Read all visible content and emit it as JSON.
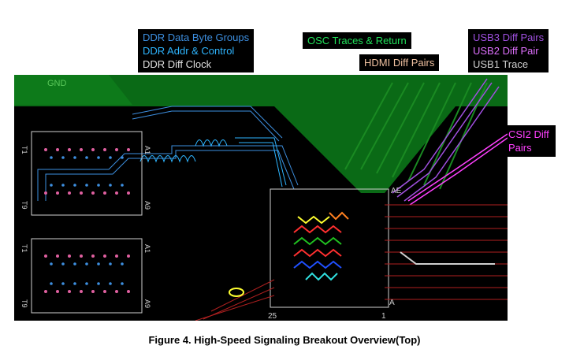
{
  "labels": {
    "ddr_data": "DDR Data Byte Groups",
    "ddr_addr": "DDR Addr & Control",
    "ddr_clock": "DDR Diff Clock",
    "osc": "OSC Traces & Return",
    "hdmi": "HDMI Diff Pairs",
    "usb3": "USB3 Diff Pairs",
    "usb2": "USB2 Diff Pair",
    "usb1": "USB1 Trace",
    "csi2_line1": "CSI2 Diff",
    "csi2_line2": "Pairs"
  },
  "board_text": {
    "gnd": "GND",
    "ae": "AE",
    "a_bottom": "A",
    "num_25": "25",
    "num_1": "1",
    "t1_top": "T1",
    "t9_top": "T9",
    "a1_top": "A1",
    "a9_top": "A9",
    "t1_bottom": "T1",
    "t9_bottom": "T9",
    "a1_bottom": "A1",
    "a9_bottom": "A9"
  },
  "colors": {
    "ddr_data": "#3d8fe0",
    "ddr_addr": "#2eb5ff",
    "ddr_clock": "#e0e0e0",
    "osc": "#22e05a",
    "hdmi": "#f0c0a0",
    "usb3": "#a050e0",
    "usb2": "#e070ff",
    "usb1": "#d0d0d0",
    "csi2": "#ff40ff",
    "board": "#000000",
    "copper": "#0a6a16"
  },
  "caption": "Figure 4. High-Speed Signaling Breakout Overview(Top)"
}
